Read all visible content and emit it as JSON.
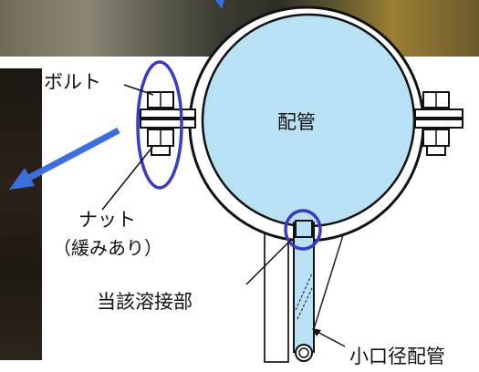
{
  "labels": {
    "pipe": "配管",
    "bolt": "ボルト",
    "nut": "ナット",
    "nut_note": "（緩みあり）",
    "weld": "当該溶接部",
    "small_pipe": "小口径配管"
  },
  "colors": {
    "pipe_fill": "#b8e2f4",
    "highlight": "#3a3ac8",
    "arrow": "#3b6fe0",
    "line": "#222222"
  }
}
